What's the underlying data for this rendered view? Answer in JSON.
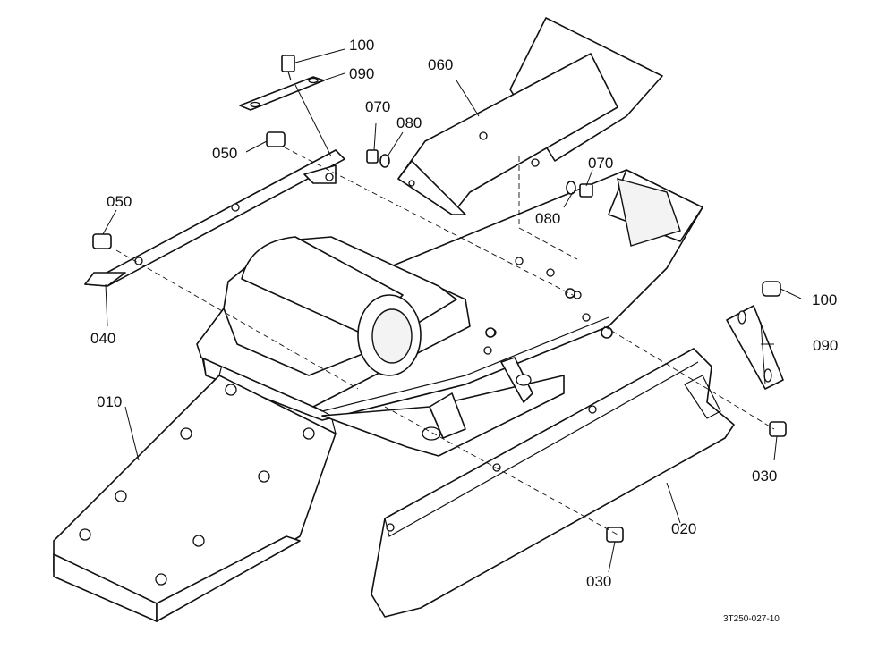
{
  "diagram": {
    "callouts": {
      "p100_top": "100",
      "p090_top": "090",
      "p060": "060",
      "p070_left": "070",
      "p080_left": "080",
      "p050_upper": "050",
      "p070_right": "070",
      "p080_right": "080",
      "p050_lower": "050",
      "p040": "040",
      "p100_right": "100",
      "p090_right": "090",
      "p010": "010",
      "p030_right": "030",
      "p020": "020",
      "p030_bottom": "030"
    },
    "reference_code": "3T250-027-10"
  }
}
